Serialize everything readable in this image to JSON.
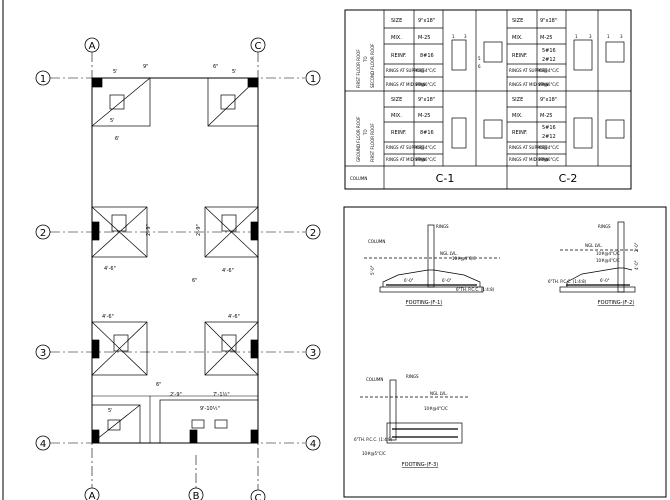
{
  "grid": {
    "cols": [
      "A",
      "B",
      "C"
    ],
    "rows": [
      "1",
      "2",
      "3",
      "4"
    ]
  },
  "plan_dims": {
    "d_5a": "5'",
    "d_9in": "9\"",
    "d_6in_top": "6\"",
    "d_5b": "5'",
    "d_5c": "5'",
    "d_6p": "6'",
    "d_4_6a": "4'-6\"",
    "d_4_6b": "4'-6\"",
    "d_4_6c": "4'-6\"",
    "d_4_6d": "4'-6\"",
    "d_2_9a": "2'-9\"",
    "d_2_9b": "2'-9\"",
    "d_2_9c": "2'-9\"",
    "d_7_1_2": "7'-1½\"",
    "d_9_10": "9'-10½\"",
    "d_6a": "6\"",
    "d_6b": "6\"",
    "d_5d": "5'"
  },
  "schedule": {
    "floor_top": [
      "FIRST FLOOR ROOF",
      "TO",
      "SECOND FLOOR ROOF"
    ],
    "floor_bottom": [
      "GROUND FLOOR ROOF",
      "TO",
      "FIRST FLOOR ROOF"
    ],
    "labels": {
      "size": "SIZE",
      "mix": "MIX.",
      "reinf": "REINF.",
      "rings_support": "RINGS AT SUPPORT",
      "rings_mid": "RINGS AT MID SPAN",
      "column": "COLUMN"
    },
    "c1": {
      "name": "C-1",
      "size": "9\"x18\"",
      "mix": "M-25",
      "reinf": "8#16",
      "rings_support": "#8@4\"C/C",
      "rings_mid": "#8@6\"C/C"
    },
    "c2": {
      "name": "C-2",
      "size": "9\"x18\"",
      "mix": "M-25",
      "reinf_top": "5#16",
      "reinf_bot": "2#12",
      "rings_support": "#8@4\"C/C",
      "rings_mid": "#8@6\"C/C"
    },
    "sec_nums": [
      "1",
      "3",
      "5",
      "6"
    ]
  },
  "footings": {
    "f1": "FOOTING-(F-1)",
    "f2": "FOOTING-(F-2)",
    "f3": "FOOTING-(F-3)",
    "column": "COLUMN",
    "rings": "RINGS",
    "ngl": "NGL LVL.",
    "bars_a": "10#@4\"C/C",
    "bars_b": "10#@4\"C/C",
    "bars_c": "10#@4\"C/C",
    "bars_d": "10#@5\"C/C",
    "pcc_a": "6\"TH. P.C.C. (1:4:8)",
    "pcc_b": "6\"TH. P.C.C. (1:4:8)",
    "pcc_c": "6\"TH. P.C.C. (1:4:8)",
    "dim_6_0a": "6'-0\"",
    "dim_6_0b": "6'-0\"",
    "dim_6_0c": "6'-0\"",
    "dim_5_0": "5'-0\"",
    "dim_4_0": "4'-0\"",
    "dim_2_0": "2'-0\""
  }
}
